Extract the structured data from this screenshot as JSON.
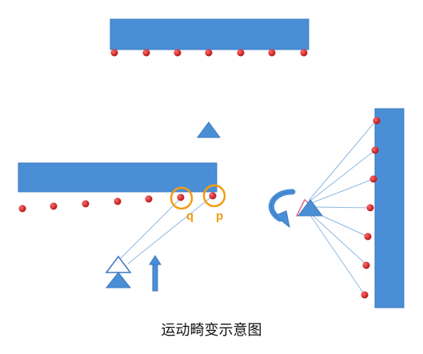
{
  "caption": "运动畸变示意图",
  "labels": {
    "q": "q",
    "p": "p"
  },
  "colors": {
    "bar": "#4a8fd6",
    "bar_stroke": "#3a78c0",
    "dot": "#cc1f1f",
    "highlight": "#f39c12",
    "ray": "#8fb8e0",
    "pink": "#e06a8a"
  }
}
